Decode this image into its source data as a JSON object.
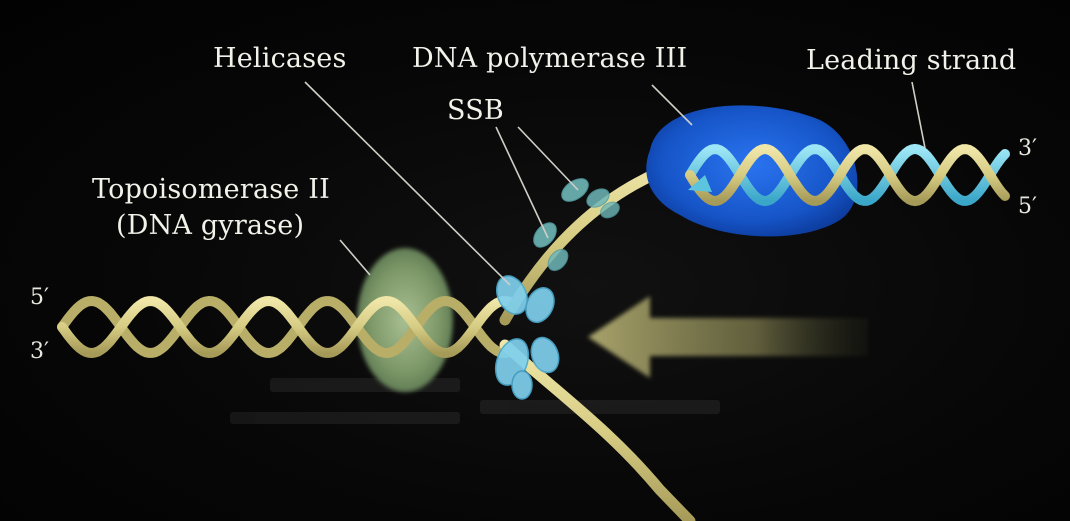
{
  "labels": {
    "helicases": "Helicases",
    "polymerase": "DNA polymerase III",
    "leading": "Leading strand",
    "ssb": "SSB",
    "topo_line1": "Topoisomerase II",
    "topo_line2": "(DNA gyrase)"
  },
  "strand_ends": {
    "left_top": "5′",
    "left_bottom": "3′",
    "right_top": "3′",
    "right_bottom": "5′"
  },
  "colors": {
    "parental_strand": "#d8d08a",
    "new_strand": "#5cc4dc",
    "polymerase": "#1a5fd8",
    "helicase": "#7fd0ee",
    "ssb": "#6fb7b8",
    "topoisomerase": "#7f9a6a",
    "direction_arrow": "#8a8a58"
  }
}
